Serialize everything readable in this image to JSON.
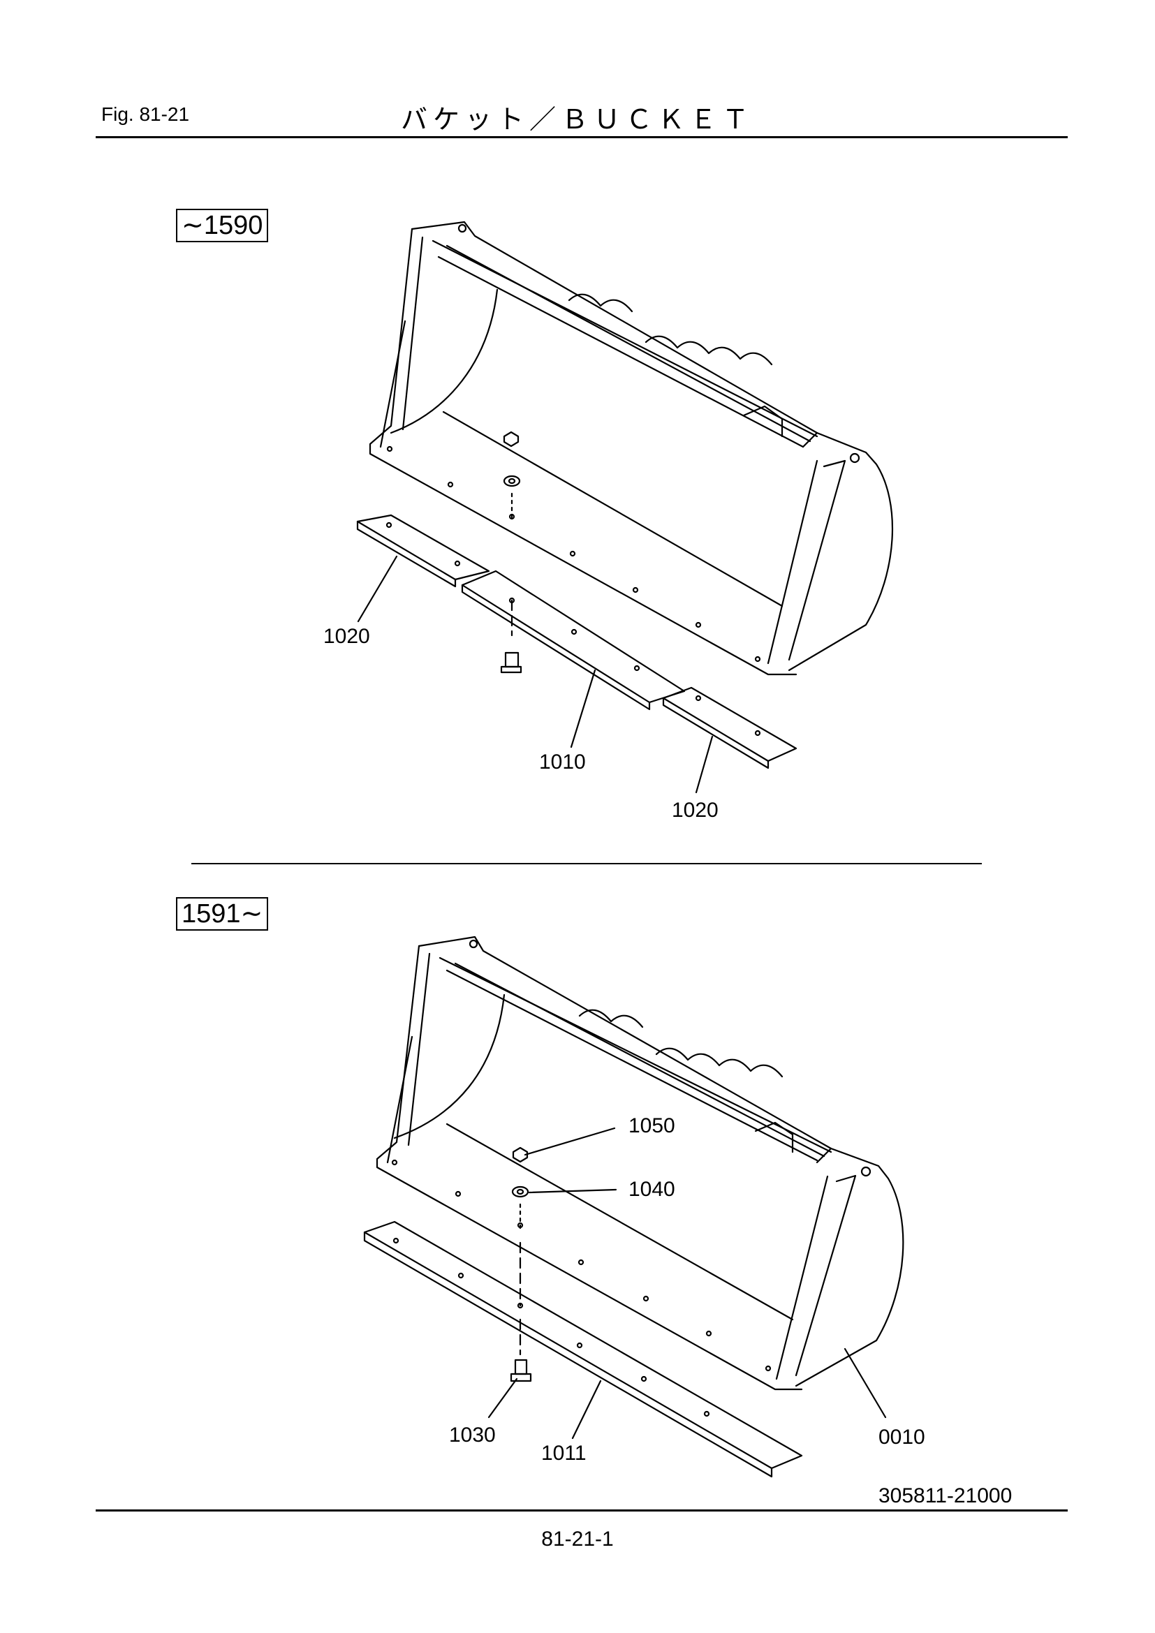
{
  "header": {
    "fig": "Fig.  81-21",
    "title": "バケット／ＢＵＣＫＥＴ"
  },
  "section_top": {
    "range": "∼1590",
    "parts": {
      "left_plate": "1020",
      "center_plate": "1010",
      "right_plate": "1020"
    }
  },
  "section_bottom": {
    "range": "1591∼",
    "parts": {
      "nut": "1050",
      "washer": "1040",
      "bolt": "1030",
      "edge": "1011",
      "bucket": "0010"
    }
  },
  "drawing_number": "305811-21000",
  "footer": {
    "page": "81-21-1"
  }
}
